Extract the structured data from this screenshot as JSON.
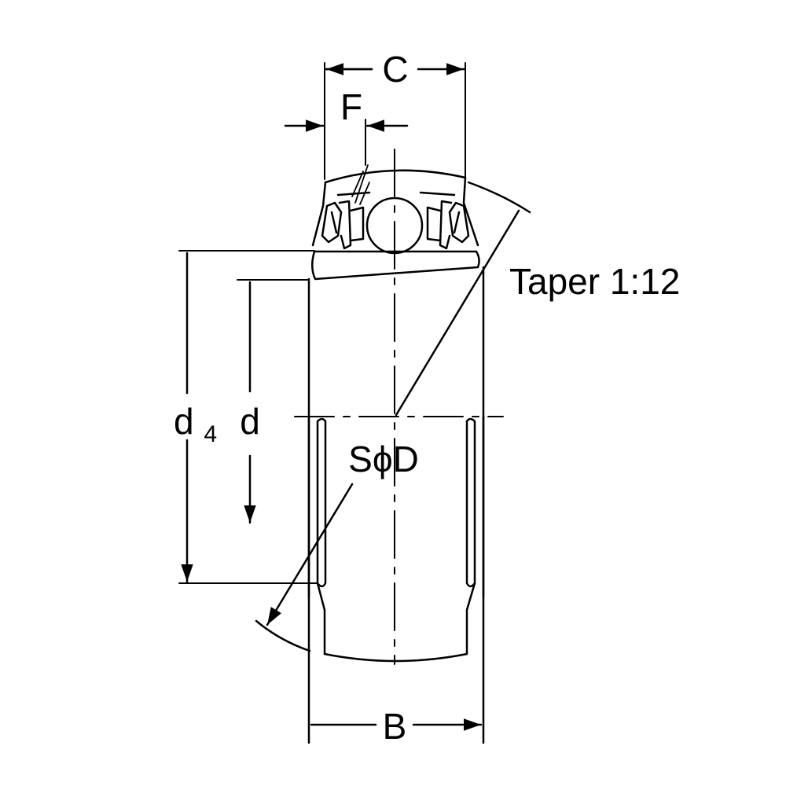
{
  "labels": {
    "c": "C",
    "f": "F",
    "taper": "Taper 1:12",
    "d4_main": "d",
    "d4_sub": "4",
    "d": "d",
    "sphere": "SϕD",
    "b": "B"
  },
  "colors": {
    "ink": "#000000",
    "paper": "#ffffff"
  }
}
